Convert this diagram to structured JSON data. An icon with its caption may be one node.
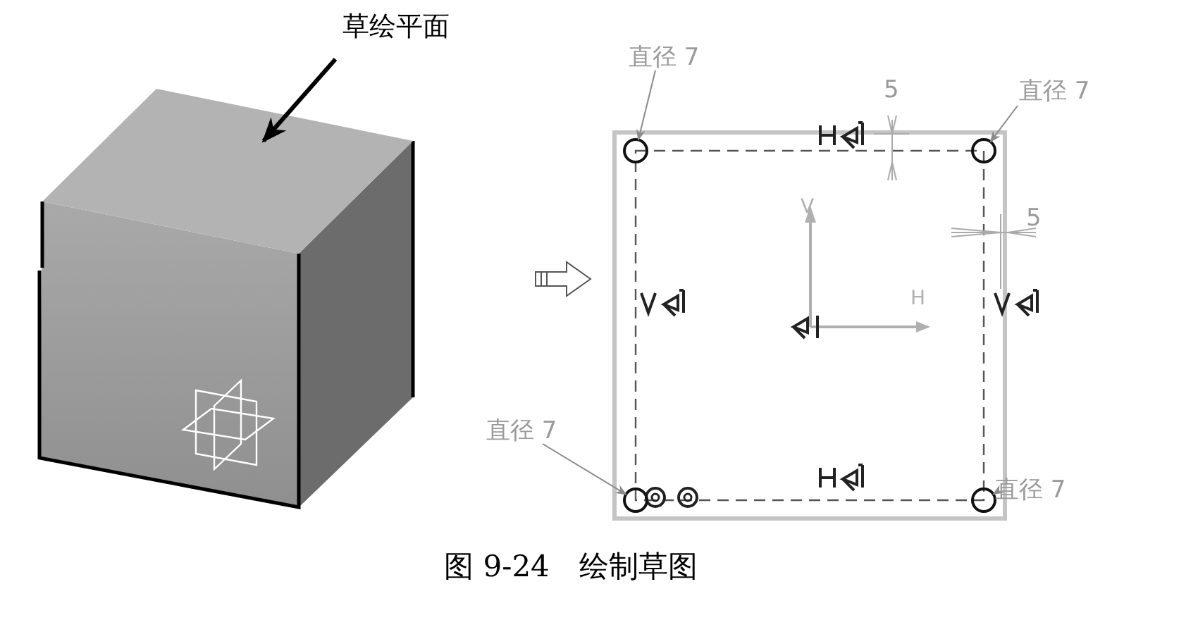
{
  "diagram": {
    "caption": "图 9-24　绘制草图",
    "nodes": [
      {
        "text": [
          "草绘平面"
        ]
      },
      {
        "text": [],
        "shape": "box"
      },
      {
        "text": [
          "直径 7"
        ]
      },
      {
        "text": [],
        "shape": "circle"
      },
      {
        "text": [
          "直径 7"
        ]
      },
      {
        "text": [],
        "shape": "circle"
      },
      {
        "text": [
          "直径 7"
        ]
      },
      {
        "text": [],
        "shape": "circle"
      },
      {
        "text": [
          "直径 7"
        ]
      },
      {
        "text": [],
        "shape": "circle"
      }
    ],
    "edges": [
      {
        "from": 0,
        "to": 1,
        "arrow": "to",
        "color": "#000000",
        "style": "thick"
      },
      {
        "from": 2,
        "to": 3,
        "arrow": "to"
      },
      {
        "from": 4,
        "to": 5,
        "arrow": "to"
      },
      {
        "from": 6,
        "to": 7,
        "arrow": "to"
      },
      {
        "from": 8,
        "to": 9,
        "arrow": "to"
      }
    ],
    "labels": [
      "5",
      "V",
      "5",
      "H"
    ]
  }
}
